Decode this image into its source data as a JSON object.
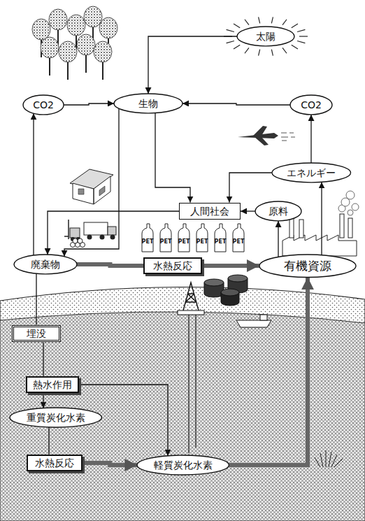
{
  "diagram": {
    "nodes": [
      {
        "text": [
          "太陽"
        ]
      },
      {
        "text": [
          "CO2"
        ]
      },
      {
        "text": [
          "生物"
        ]
      },
      {
        "text": [
          "CO2"
        ]
      },
      {
        "text": [
          "エネルギー"
        ]
      },
      {
        "text": [
          "人間社会"
        ]
      },
      {
        "text": [
          "原料"
        ]
      },
      {
        "text": [
          "廃棄物"
        ]
      },
      {
        "text": [
          "水熱反応"
        ]
      },
      {
        "text": [
          "有機資源"
        ]
      },
      {
        "text": [
          "埋没"
        ]
      },
      {
        "text": [
          "熱水作用"
        ]
      },
      {
        "text": [
          "重質炭化水素"
        ]
      },
      {
        "text": [
          "水熱反応"
        ]
      },
      {
        "text": [
          "軽質炭化水素"
        ]
      }
    ],
    "edges": [
      {
        "from": 0,
        "to": 2,
        "arrow": "to"
      },
      {
        "from": 1,
        "to": 2,
        "arrow": "to"
      },
      {
        "from": 3,
        "to": 2,
        "arrow": "to"
      },
      {
        "from": 4,
        "to": 3,
        "arrow": "to"
      },
      {
        "from": 2,
        "to": 5,
        "arrow": "to"
      },
      {
        "from": 4,
        "to": 5,
        "arrow": "to"
      },
      {
        "from": 6,
        "to": 5,
        "arrow": "to"
      },
      {
        "from": 9,
        "to": 6,
        "arrow": "to"
      },
      {
        "from": 9,
        "to": 4,
        "arrow": "to"
      },
      {
        "from": 2,
        "to": 7,
        "arrow": "to"
      },
      {
        "from": 5,
        "to": 7,
        "arrow": "to"
      },
      {
        "from": 7,
        "to": 1,
        "arrow": "to"
      },
      {
        "from": 7,
        "to": 8,
        "arrow": "none"
      },
      {
        "from": 8,
        "to": 9,
        "arrow": "to"
      },
      {
        "from": 7,
        "to": 10,
        "arrow": "none"
      },
      {
        "from": 10,
        "to": 11,
        "arrow": "none"
      },
      {
        "from": 11,
        "to": 12,
        "arrow": "to"
      },
      {
        "from": 11,
        "to": 14,
        "arrow": "to"
      },
      {
        "from": 12,
        "to": 13,
        "arrow": "none"
      },
      {
        "from": 13,
        "to": 14,
        "arrow": "to"
      },
      {
        "from": 14,
        "to": 9,
        "arrow": "to"
      }
    ],
    "labels": [
      "PET",
      "PET",
      "PET",
      "PET",
      "PET",
      "PET"
    ]
  }
}
